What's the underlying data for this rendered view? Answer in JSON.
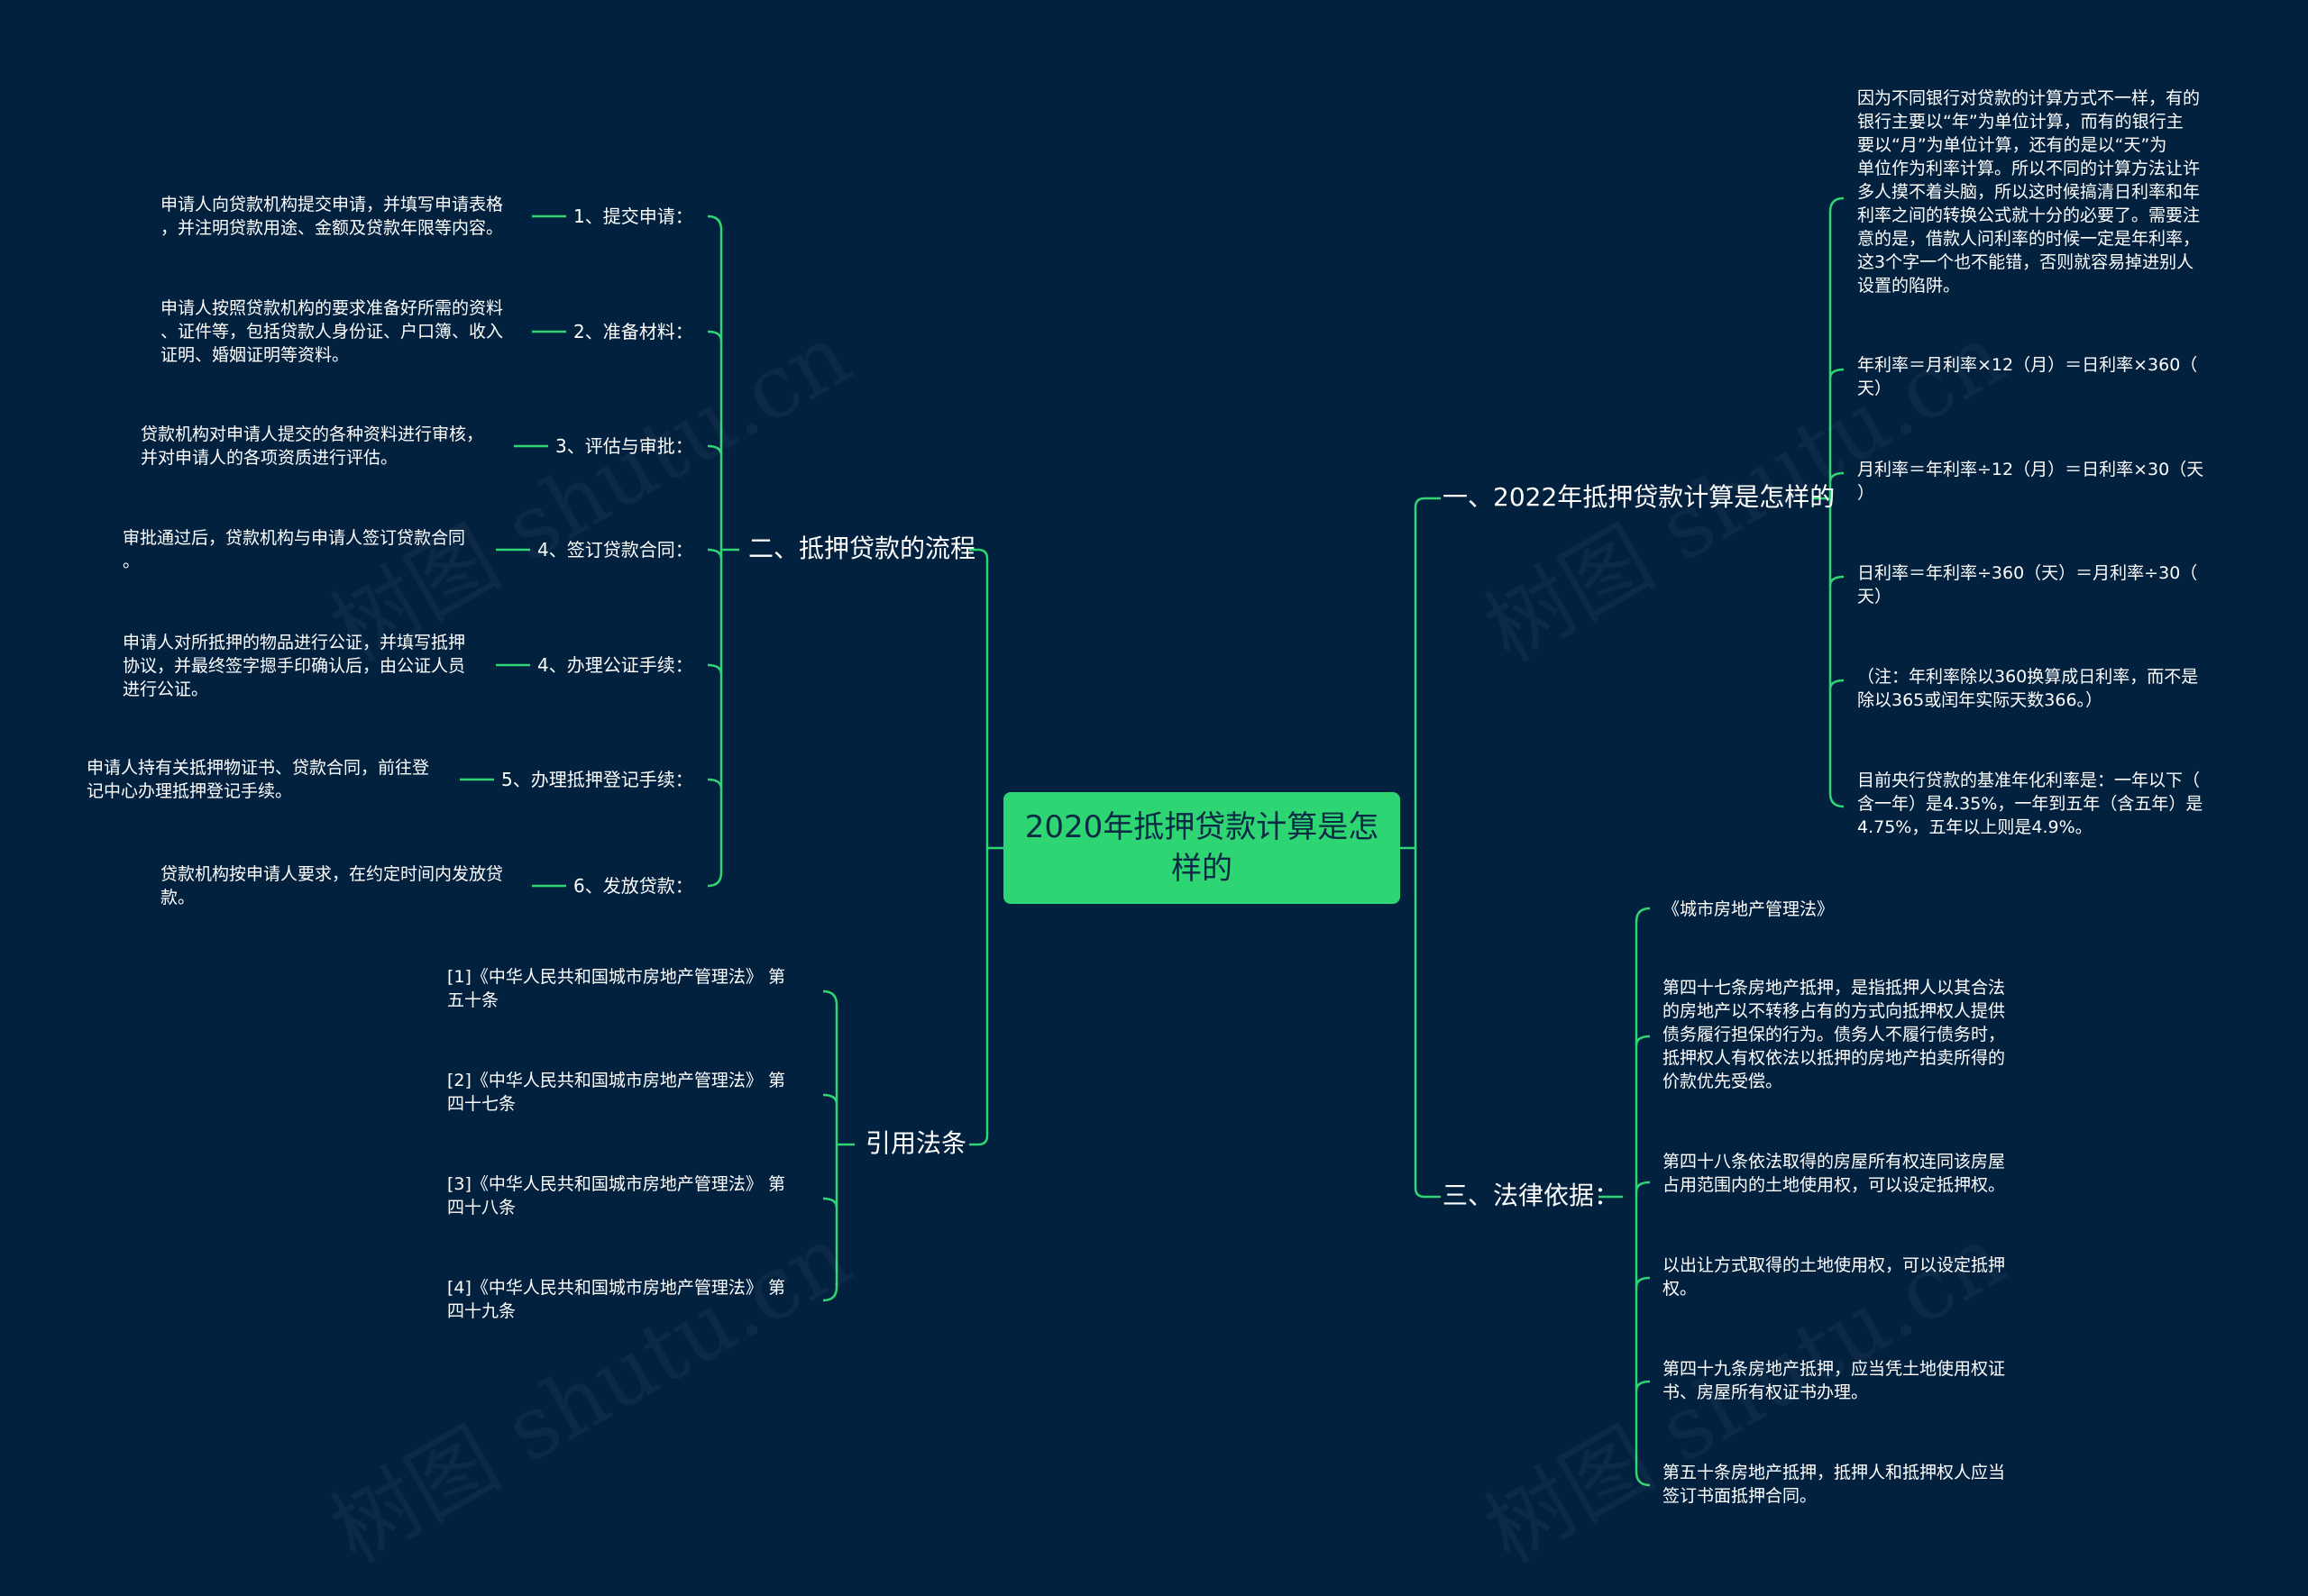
{
  "center": {
    "label": "2020年抵押贷款计算是怎\n样的"
  },
  "branches": {
    "calc": {
      "label": "一、2022年抵押贷款计算是怎样的",
      "leaves": [
        "因为不同银行对贷款的计算方式不一样，有的\n银行主要以“年”为单位计算，而有的银行主\n要以“月”为单位计算，还有的是以“天”为\n单位作为利率计算。所以不同的计算方法让许\n多人摸不着头脑，所以这时候搞清日利率和年\n利率之间的转换公式就十分的必要了。需要注\n意的是，借款人问利率的时候一定是年利率，\n这3个字一个也不能错，否则就容易掉进别人\n设置的陷阱。",
        "年利率＝月利率×12（月）＝日利率×360（\n天）",
        "月利率＝年利率÷12（月）＝日利率×30（天\n）",
        "日利率＝年利率÷360（天）＝月利率÷30（\n天）",
        "（注：年利率除以360换算成日利率，而不是\n除以365或闰年实际天数366。）",
        "目前央行贷款的基准年化利率是：一年以下（\n含一年）是4.35%，一年到五年（含五年）是\n4.75%，五年以上则是4.9%。"
      ]
    },
    "law": {
      "label": "三、法律依据：",
      "leaves": [
        "《城市房地产管理法》",
        "第四十七条房地产抵押，是指抵押人以其合法\n的房地产以不转移占有的方式向抵押权人提供\n债务履行担保的行为。债务人不履行债务时，\n抵押权人有权依法以抵押的房地产拍卖所得的\n价款优先受偿。",
        "第四十八条依法取得的房屋所有权连同该房屋\n占用范围内的土地使用权，可以设定抵押权。",
        "以出让方式取得的土地使用权，可以设定抵押\n权。",
        "第四十九条房地产抵押，应当凭土地使用权证\n书、房屋所有权证书办理。",
        "第五十条房地产抵押，抵押人和抵押权人应当\n签订书面抵押合同。"
      ]
    },
    "process": {
      "label": "二、抵押贷款的流程",
      "steps": [
        {
          "label": "1、提交申请：",
          "detail": "申请人向贷款机构提交申请，并填写申请表格\n，并注明贷款用途、金额及贷款年限等内容。"
        },
        {
          "label": "2、准备材料：",
          "detail": "申请人按照贷款机构的要求准备好所需的资料\n、证件等，包括贷款人身份证、户口簿、收入\n证明、婚姻证明等资料。"
        },
        {
          "label": "3、评估与审批：",
          "detail": "贷款机构对申请人提交的各种资料进行审核，\n并对申请人的各项资质进行评估。"
        },
        {
          "label": "4、签订贷款合同：",
          "detail": "审批通过后，贷款机构与申请人签订贷款合同\n。"
        },
        {
          "label": "4、办理公证手续：",
          "detail": "申请人对所抵押的物品进行公证，并填写抵押\n协议，并最终签字摁手印确认后，由公证人员\n进行公证。"
        },
        {
          "label": "5、办理抵押登记手续：",
          "detail": "申请人持有关抵押物证书、贷款合同，前往登\n记中心办理抵押登记手续。"
        },
        {
          "label": "6、发放贷款：",
          "detail": "贷款机构按申请人要求，在约定时间内发放贷\n款。"
        }
      ]
    },
    "refs": {
      "label": "引用法条",
      "leaves": [
        "[1]《中华人民共和国城市房地产管理法》 第\n五十条",
        "[2]《中华人民共和国城市房地产管理法》 第\n四十七条",
        "[3]《中华人民共和国城市房地产管理法》 第\n四十八条",
        "[4]《中华人民共和国城市房地产管理法》 第\n四十九条"
      ]
    }
  },
  "watermark": "树图 shutu.cn",
  "colors": {
    "background": "#02213f",
    "accent": "#2ed573",
    "center_text": "#0b2a44",
    "text": "#ffffff"
  }
}
